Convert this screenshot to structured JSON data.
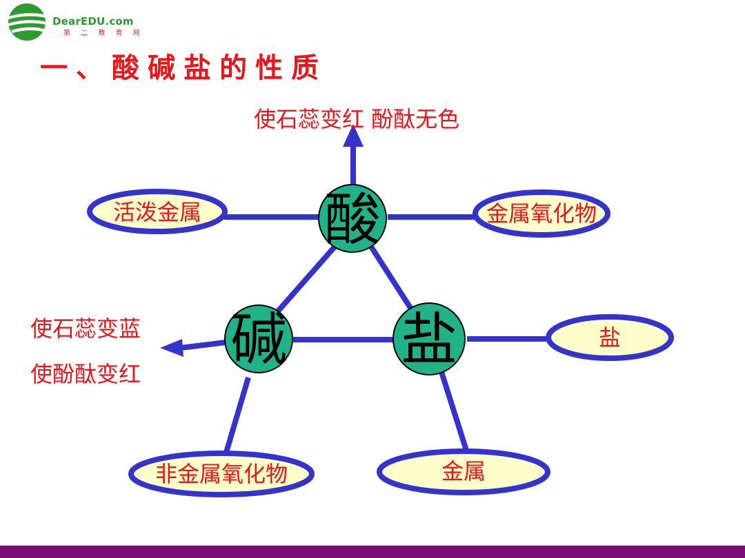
{
  "header": {
    "logo_text": "DearEDU.com",
    "logo_subtext": "第 二 教 育 网",
    "title": "一、酸碱盐的性质"
  },
  "diagram": {
    "nodes": {
      "acid": "酸",
      "base": "碱",
      "salt": "盐"
    },
    "acid_indicator": "使石蕊变红  酚酞无色",
    "base_indicator_1": "使石蕊变蓝",
    "base_indicator_2": "使酚酞变红",
    "reactants": {
      "active_metal": "活泼金属",
      "metal_oxide": "金属氧化物",
      "salt": "盐",
      "nonmetal_oxide": "非金属氧化物",
      "metal": "金属"
    }
  },
  "colors": {
    "line": "#3434cc",
    "node_fill": "#21b28a",
    "ellipse_fill": "#ffffcc",
    "ellipse_stroke": "#3434cc",
    "label_text": "#e8151b",
    "bottom_bar": "#7a0e74"
  }
}
